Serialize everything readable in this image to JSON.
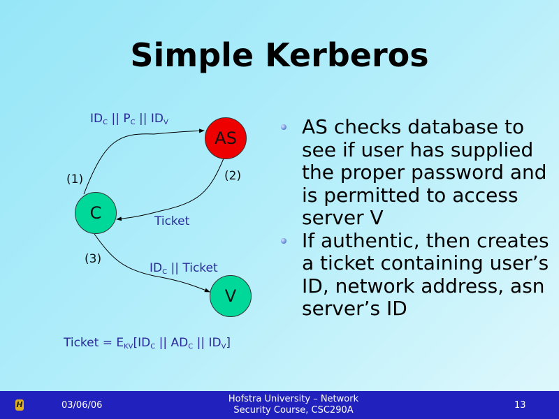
{
  "title": "Simple Kerberos",
  "diagram": {
    "nodes": {
      "as": "AS",
      "c": "C",
      "v": "V"
    },
    "steps": {
      "one": "(1)",
      "two": "(2)",
      "three": "(3)"
    },
    "label1": {
      "a": "ID",
      "b": "C",
      "c": " || P",
      "d": "C",
      "e": " || ID",
      "f": "V"
    },
    "label2": "Ticket",
    "label3": {
      "a": "ID",
      "b": "C",
      "c": " || Ticket"
    },
    "formula": {
      "a": "Ticket = E",
      "b": "KV",
      "c": "[ID",
      "d": "C",
      "e": " || AD",
      "f": "C",
      "g": " || ID",
      "h": "V",
      "i": "]"
    },
    "colors": {
      "as": "#ee0000",
      "client": "#00d89a",
      "verifier": "#00d89a",
      "label": "#2a2a9a"
    }
  },
  "bullets": [
    "AS checks database to see if user has supplied the proper password and is permitted to access server V",
    "If authentic, then creates a ticket containing user’s ID, network address, asn server’s ID"
  ],
  "footer": {
    "logo": "H",
    "date": "03/06/06",
    "course_line1": "Hofstra University – Network",
    "course_line2": "Security Course, CSC290A",
    "page": "13"
  }
}
